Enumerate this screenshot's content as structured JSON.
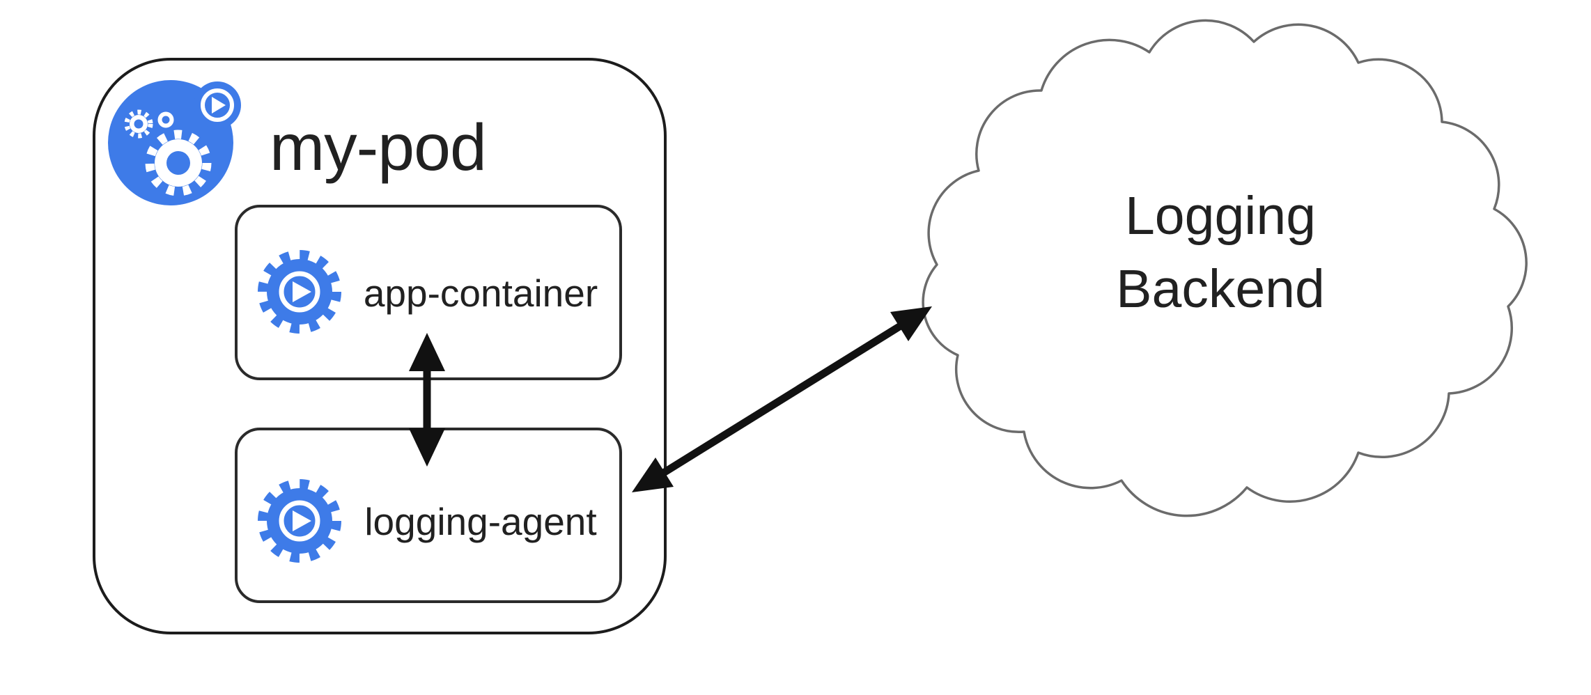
{
  "pod": {
    "label": "my-pod"
  },
  "containers": [
    {
      "label": "app-container"
    },
    {
      "label": "logging-agent"
    }
  ],
  "cloud": {
    "label": "Logging Backend"
  },
  "connections": [
    {
      "from": "app-container",
      "to": "logging-agent",
      "type": "bidirectional-arrow"
    },
    {
      "from": "logging-agent",
      "to": "Logging Backend",
      "type": "bidirectional-arrow"
    }
  ],
  "icons": {
    "pod": "kubernetes-pod-icon",
    "container": "container-gear-play-icon"
  },
  "colors": {
    "icon_blue": "#3E7BE8",
    "pod_outline": "#1C1C1C",
    "box_outline": "#2B2B2B",
    "cloud_outline": "#6B6B6B",
    "arrow": "#111111",
    "text": "#212121",
    "background": "#FFFFFF"
  }
}
